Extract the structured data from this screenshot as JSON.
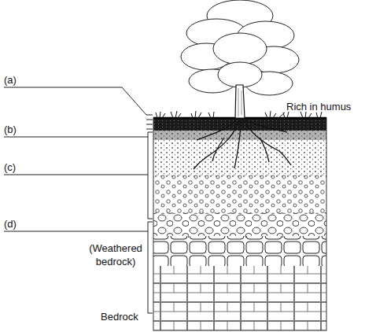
{
  "diagram": {
    "labels": [
      "(a)",
      "Rich in humus",
      "(b)",
      "(c)",
      "(d)",
      "(Weathered bedrock)",
      "Bedrock"
    ]
  }
}
